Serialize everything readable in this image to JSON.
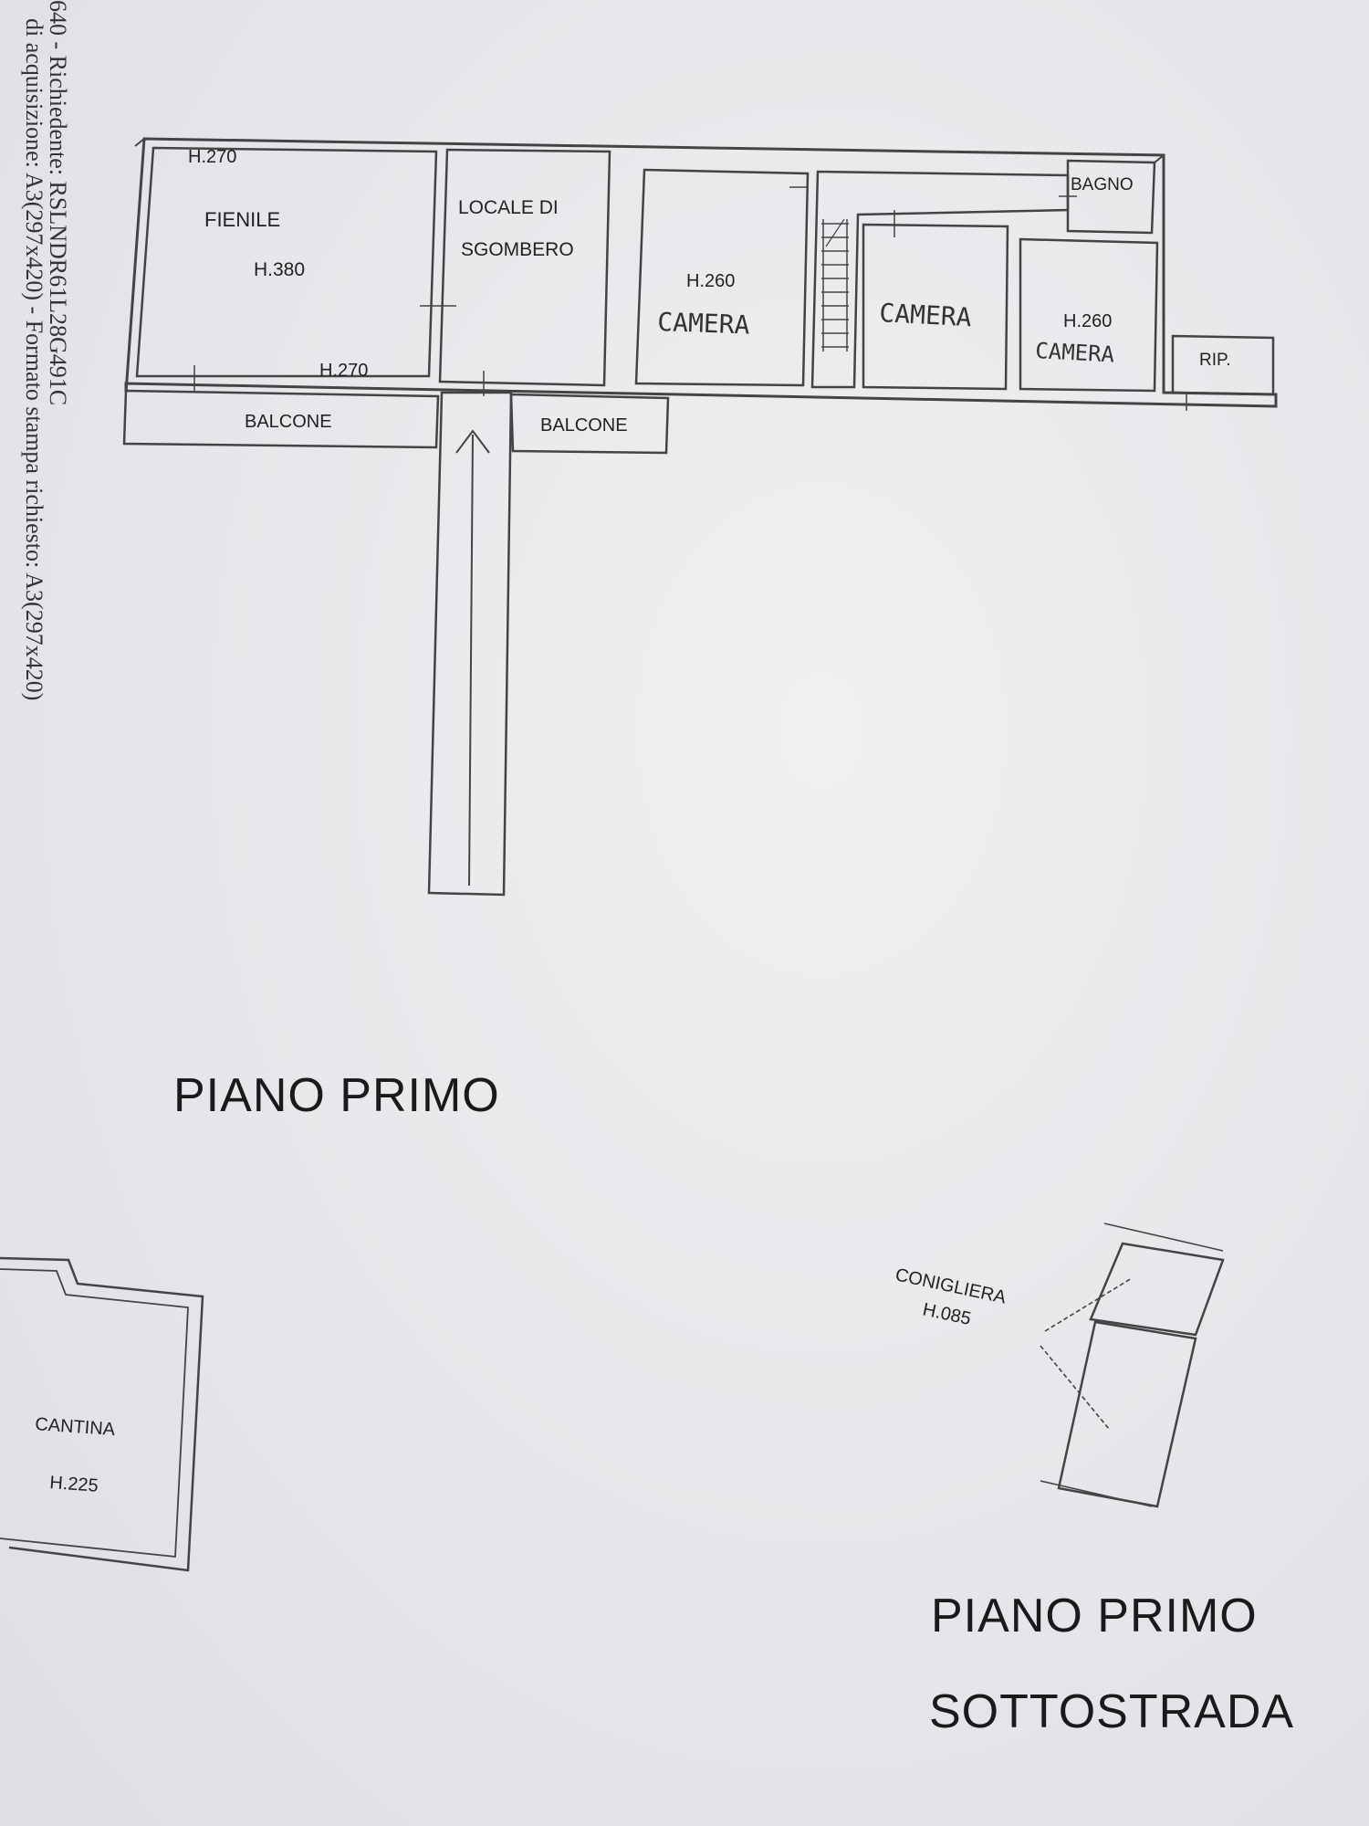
{
  "side_text": {
    "line1": "640 - Richiedente: RSLNDR61L28G491C",
    "line2": "di acquisizione: A3(297x420) - Formato stampa richiesto: A3(297x420)",
    "line3": ""
  },
  "rooms": {
    "fienile": "FIENILE",
    "fienile_h_top": "H.270",
    "fienile_h_mid": "H.380",
    "fienile_h_bottom": "H.270",
    "locale_line1": "LOCALE DI",
    "locale_line2": "SGOMBERO",
    "camera1_h": "H.260",
    "camera1": "CAMERA",
    "camera2": "CAMERA",
    "camera3_h": "H.260",
    "camera3": "CAMERA",
    "bagno": "BAGNO",
    "rip": "RIP.",
    "balcone_left": "BALCONE",
    "balcone_right": "BALCONE",
    "cantina": "CANTINA",
    "cantina_h": "H.225",
    "conigliera": "CONIGLIERA",
    "conigliera_h": "H.085"
  },
  "titles": {
    "first_floor": "PIANO PRIMO",
    "basement_line1": "PIANO PRIMO",
    "basement_line2": "SOTTOSTRADA"
  }
}
